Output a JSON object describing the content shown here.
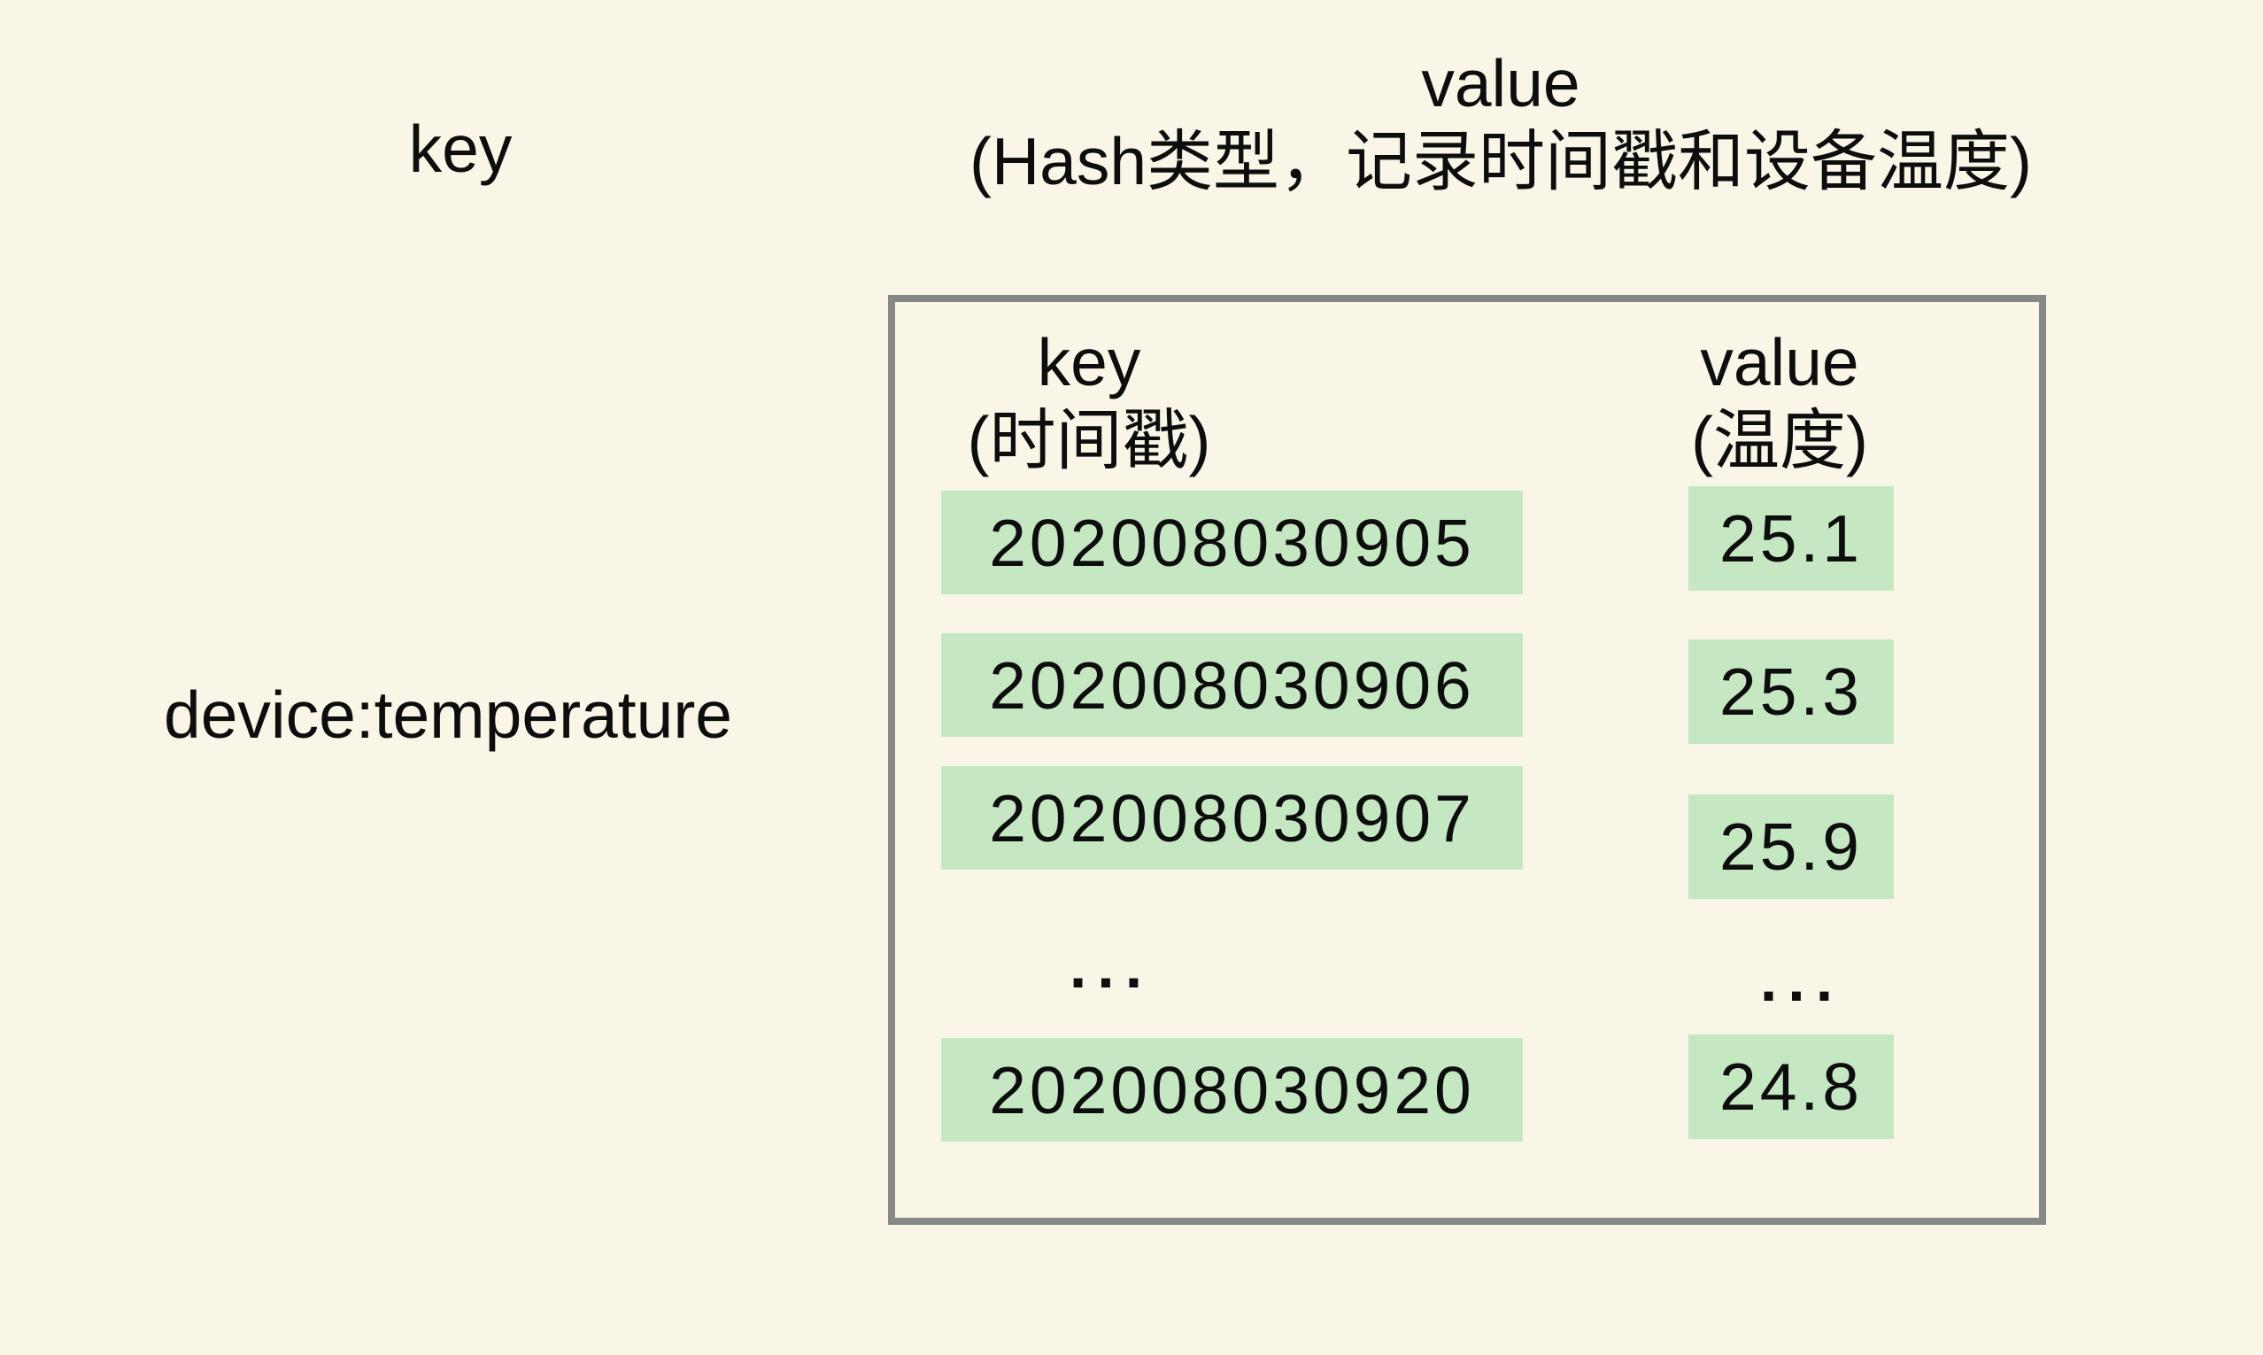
{
  "colors": {
    "background": "#f9f6e7",
    "cell_green": "#c5e7c1",
    "box_border": "#87888a",
    "text": "#0d0d0d"
  },
  "labels": {
    "outer_key_title": "key",
    "outer_value_title": "value",
    "outer_value_subtitle": "(Hash类型，记录时间戳和设备温度)",
    "redis_key": "device:temperature"
  },
  "hash_table": {
    "key_header": {
      "title": "key",
      "subtitle": "(时间戳)"
    },
    "value_header": {
      "title": "value",
      "subtitle": "(温度)"
    },
    "rows": [
      {
        "field": "202008030905",
        "value": "25.1"
      },
      {
        "field": "202008030906",
        "value": "25.3"
      },
      {
        "field": "202008030907",
        "value": "25.9"
      },
      {
        "field": "...",
        "value": "..."
      },
      {
        "field": "202008030920",
        "value": "24.8"
      }
    ]
  }
}
